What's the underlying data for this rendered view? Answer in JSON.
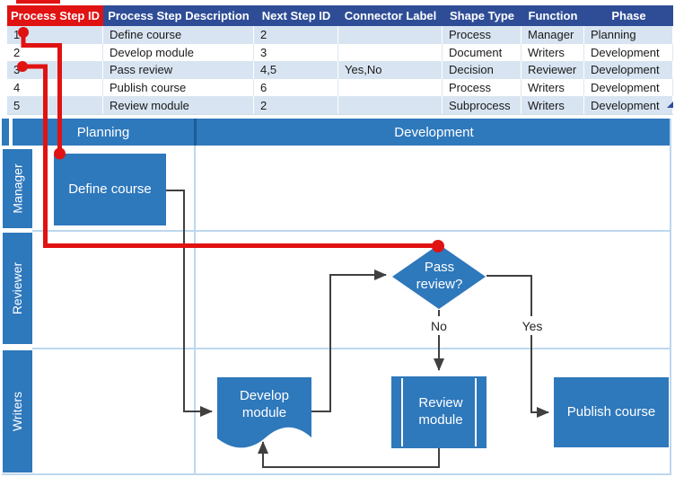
{
  "table": {
    "headers": [
      "Process Step ID",
      "Process Step Description",
      "Next Step ID",
      "Connector Label",
      "Shape Type",
      "Function",
      "Phase"
    ],
    "rows": [
      [
        "1",
        "Define course",
        "2",
        "",
        "Process",
        "Manager",
        "Planning"
      ],
      [
        "2",
        "Develop module",
        "3",
        "",
        "Document",
        "Writers",
        "Development"
      ],
      [
        "3",
        "Pass review",
        "4,5",
        "Yes,No",
        "Decision",
        "Reviewer",
        "Development"
      ],
      [
        "4",
        "Publish course",
        "6",
        "",
        "Process",
        "Writers",
        "Development"
      ],
      [
        "5",
        "Review module",
        "2",
        "",
        "Subprocess",
        "Writers",
        "Development"
      ]
    ]
  },
  "diagram": {
    "phases": [
      {
        "label": "Planning"
      },
      {
        "label": "Development"
      }
    ],
    "lanes": [
      {
        "label": "Manager"
      },
      {
        "label": "Reviewer"
      },
      {
        "label": "Writers"
      }
    ],
    "shapes": [
      {
        "label": "Define course",
        "type": "Process",
        "lane": "Manager",
        "phase": "Planning"
      },
      {
        "label": "Develop module",
        "type": "Document",
        "lane": "Writers",
        "phase": "Development"
      },
      {
        "label": "Pass review?",
        "type": "Decision",
        "lane": "Reviewer",
        "phase": "Development"
      },
      {
        "label": "Review module",
        "type": "Subprocess",
        "lane": "Writers",
        "phase": "Development"
      },
      {
        "label": "Publish course",
        "type": "Process",
        "lane": "Writers",
        "phase": "Development"
      }
    ],
    "connector_labels": {
      "yes": "Yes",
      "no": "No"
    }
  },
  "colors": {
    "header_navy": "#2e4d96",
    "accent_red": "#e01212",
    "banded_row_blue": "#d8e4f1",
    "shape_blue": "#2e78bc",
    "grid_light_blue": "#bdd7ee",
    "connector_gray": "#404040"
  }
}
